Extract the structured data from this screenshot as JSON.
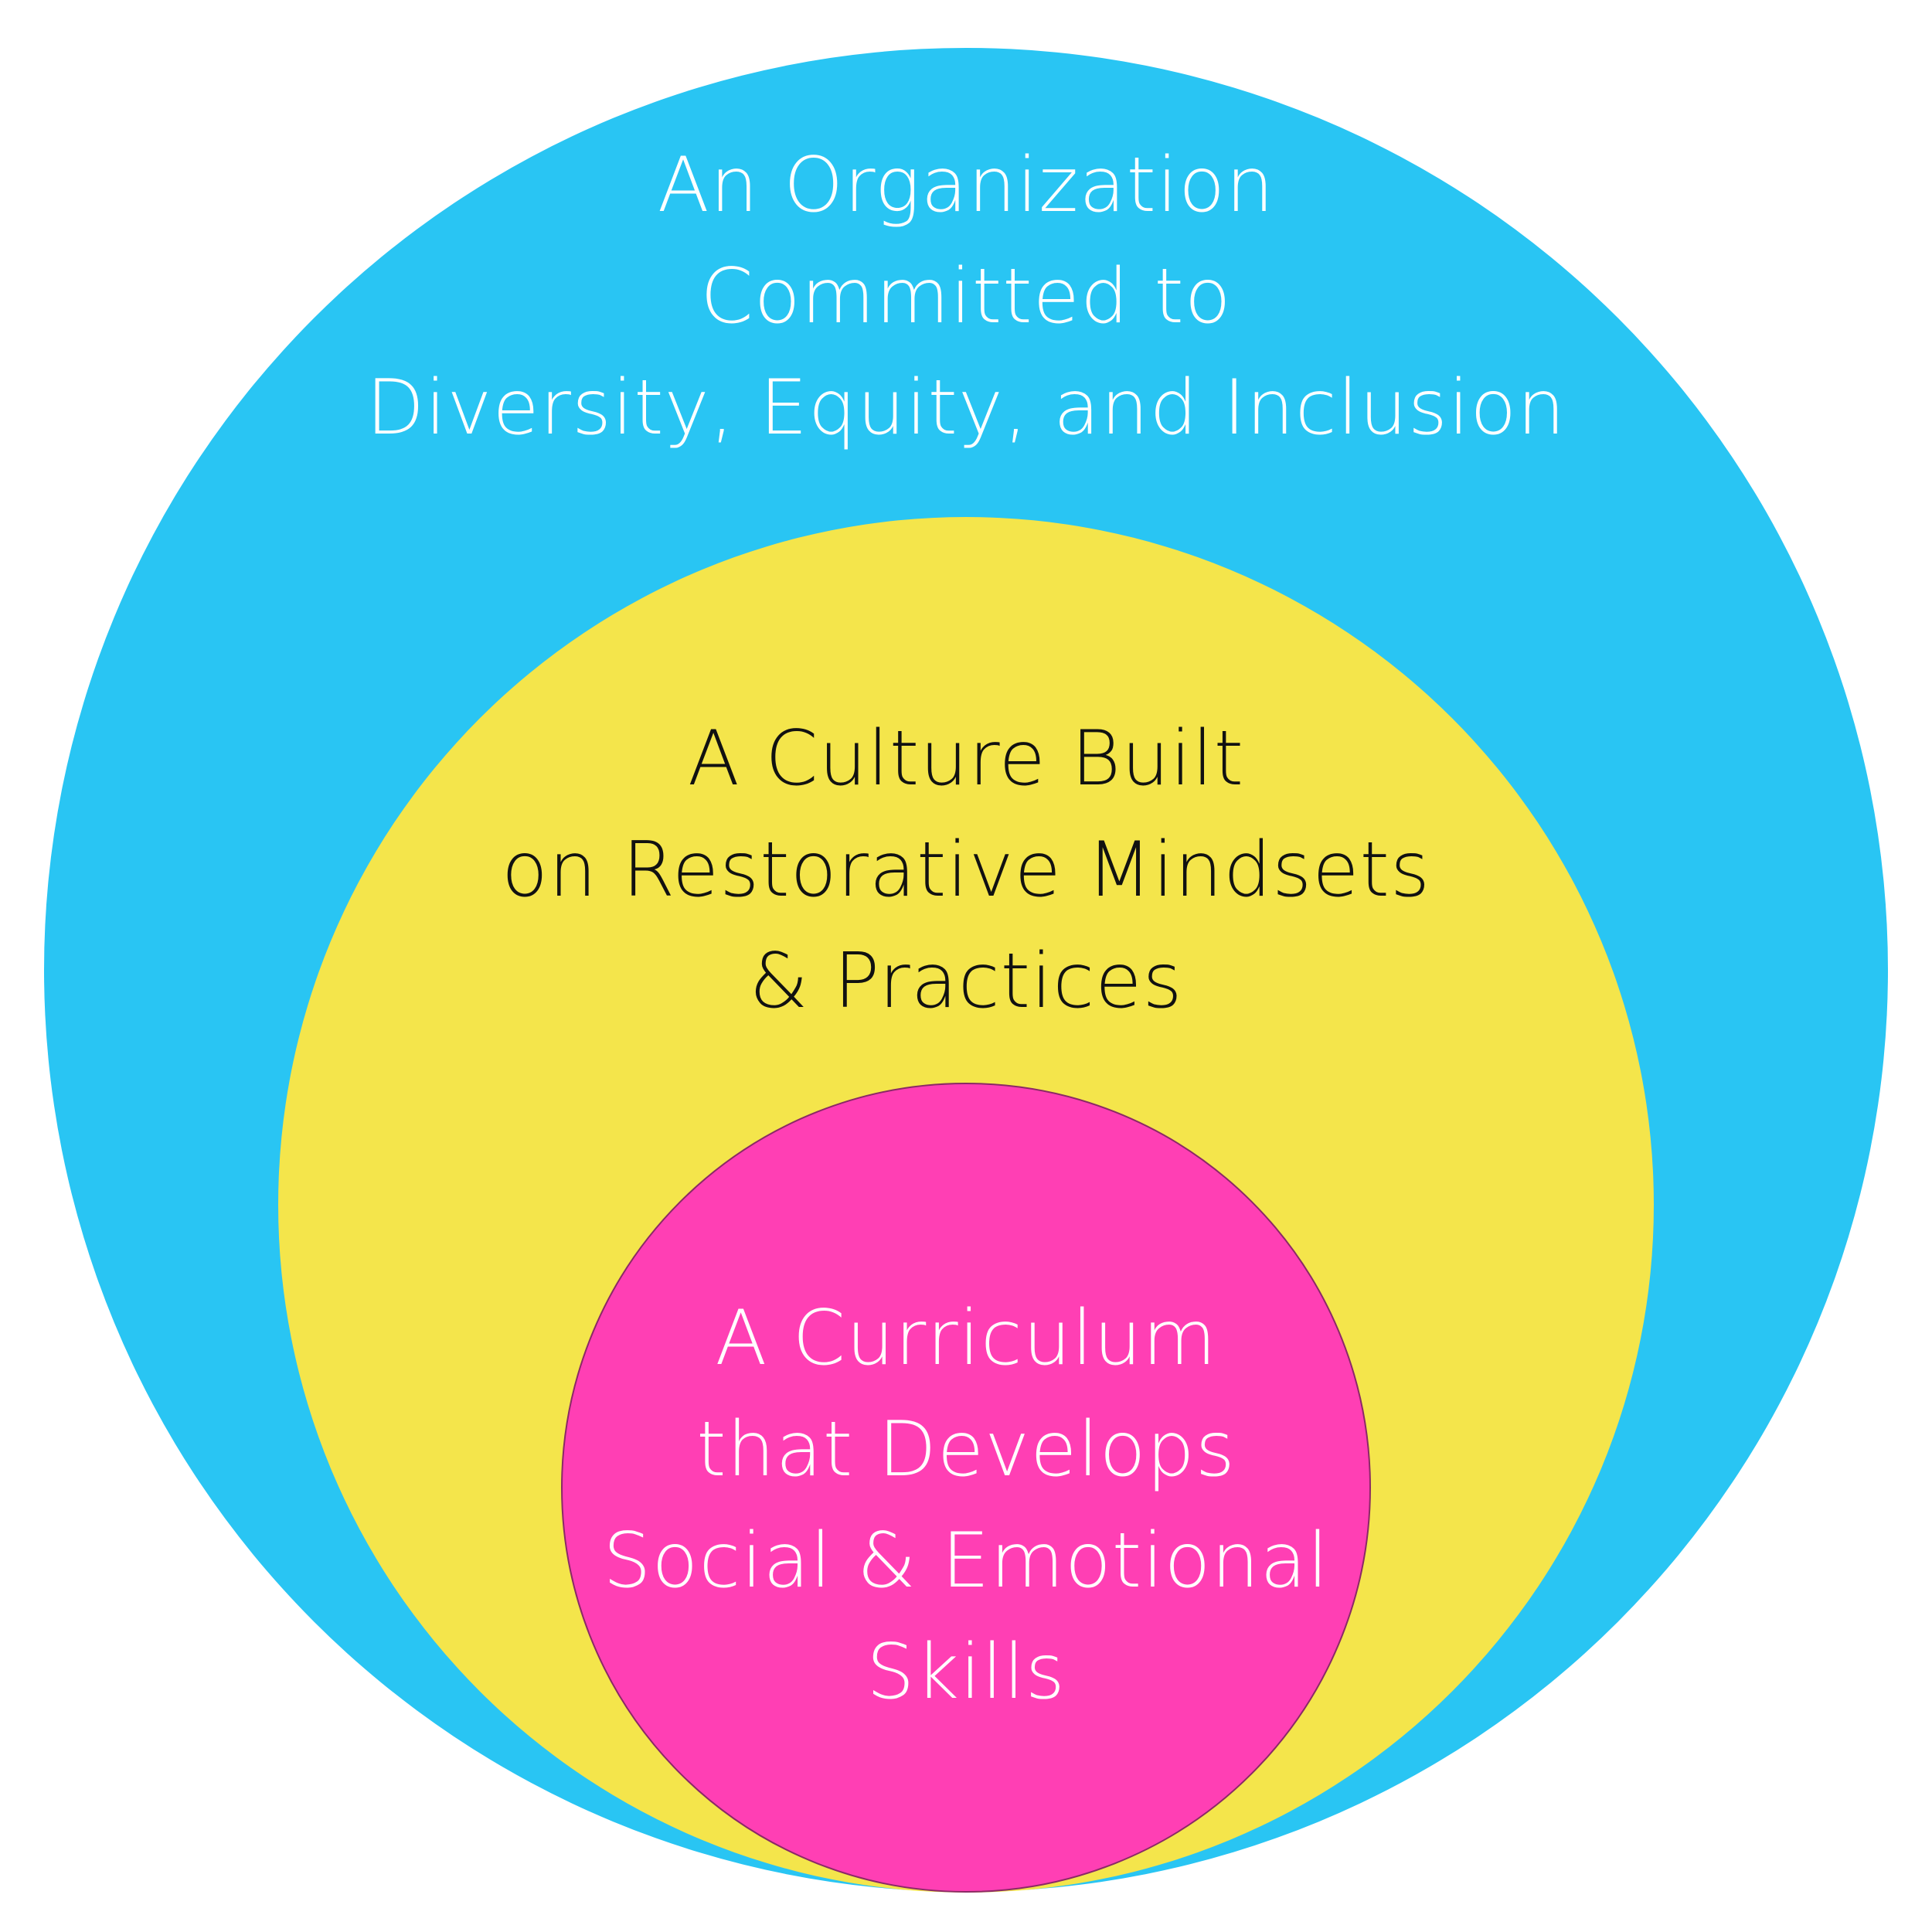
{
  "diagram": {
    "colors": {
      "background": "#ffffff",
      "outer_fill": "#29c5f3",
      "middle_fill": "#f4e54b",
      "inner_fill": "#ff3fb4",
      "inner_stroke": "#8a2a66",
      "outer_text": "#ffffff",
      "middle_text": "#111111",
      "inner_text": "#ffffff"
    },
    "outer": {
      "lines": [
        "An Organization",
        "Committed to",
        "Diversity, Equity, and Inclusion"
      ]
    },
    "middle": {
      "lines": [
        "A Culture Built",
        "on Restorative Mindsets",
        "& Practices"
      ]
    },
    "inner": {
      "lines": [
        "A Curriculum",
        "that Develops",
        "Social & Emotional",
        "Skills"
      ]
    }
  }
}
